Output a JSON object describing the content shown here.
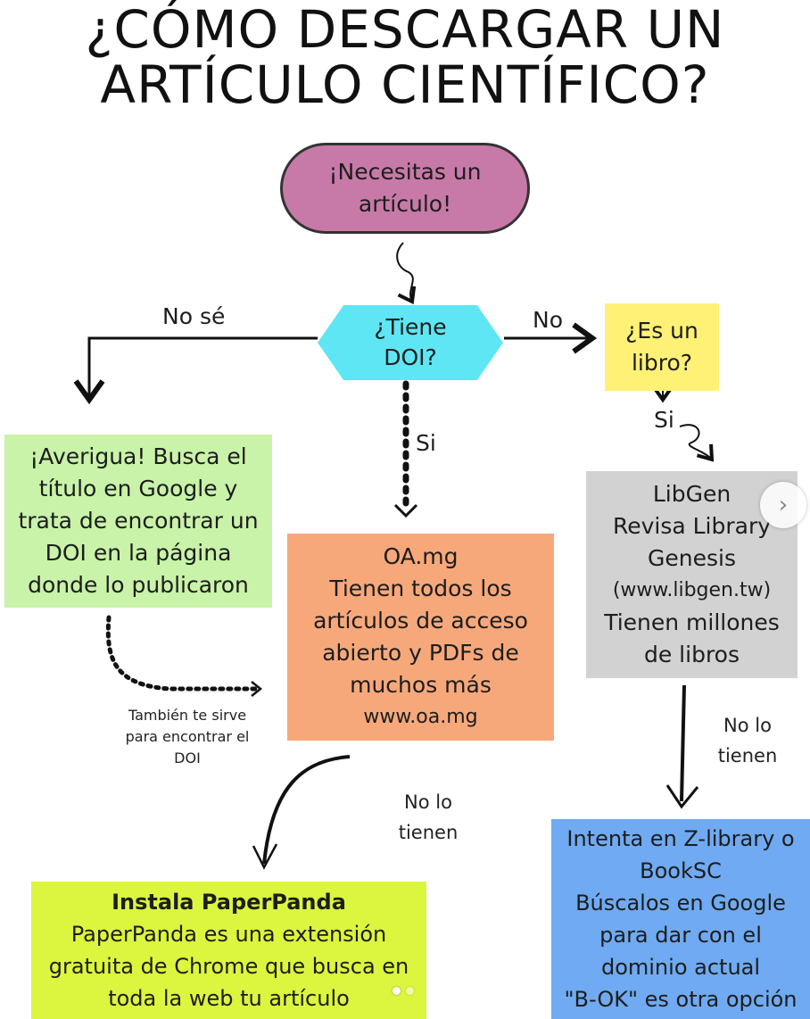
{
  "title": {
    "line1": "¿CÓMO DESCARGAR UN",
    "line2": "ARTÍCULO CIENTÍFICO?"
  },
  "start": {
    "line1": "¡Necesitas un",
    "line2": "artículo!"
  },
  "doi": {
    "line1": "¿Tiene",
    "line2": "DOI?"
  },
  "book": {
    "line1": "¿Es un",
    "line2": "libro?"
  },
  "labels": {
    "no_se": "No sé",
    "no": "No",
    "si_center": "Si",
    "si_right": "Si"
  },
  "averigua": {
    "lines": [
      "¡Averigua! Busca el",
      "título en Google y",
      "trata de encontrar un",
      "DOI en la página",
      "donde lo publicaron"
    ]
  },
  "tambien": {
    "lines": [
      "También te sirve",
      "para encontrar el",
      "DOI"
    ]
  },
  "oamg": {
    "lines": [
      "OA.mg",
      "Tienen todos los",
      "artículos de acceso",
      "abierto y PDFs de",
      "muchos más",
      "www.oa.mg"
    ]
  },
  "libgen": {
    "lines": [
      "LibGen",
      "Revisa Library",
      "Genesis",
      "(www.libgen.tw)",
      "Tienen millones",
      "de libros"
    ]
  },
  "no_lo_tienen_center": {
    "line1": "No lo",
    "line2": "tienen"
  },
  "no_lo_tienen_right": {
    "line1": "No lo",
    "line2": "tienen"
  },
  "paperpanda": {
    "title": "Instala PaperPanda",
    "lines": [
      "PaperPanda es una extensión",
      "gratuita de Chrome que busca en",
      "toda la web tu artículo"
    ]
  },
  "zlibrary": {
    "lines": [
      "Intenta en Z-library o",
      "BookSC",
      "Búscalos en Google",
      "para dar con el",
      "dominio actual",
      "\"B-OK\" es otra opción"
    ]
  },
  "nav": {
    "next_icon": "chevron-right-icon",
    "glyph": "›"
  },
  "colors": {
    "start": "#c77aa8",
    "doi": "#5ee6f4",
    "book": "#fff176",
    "averigua": "#c9f3a8",
    "oamg": "#f7a87b",
    "libgen": "#d2d2d2",
    "paperpanda": "#dcf53f",
    "zlibrary": "#6faaf2"
  }
}
